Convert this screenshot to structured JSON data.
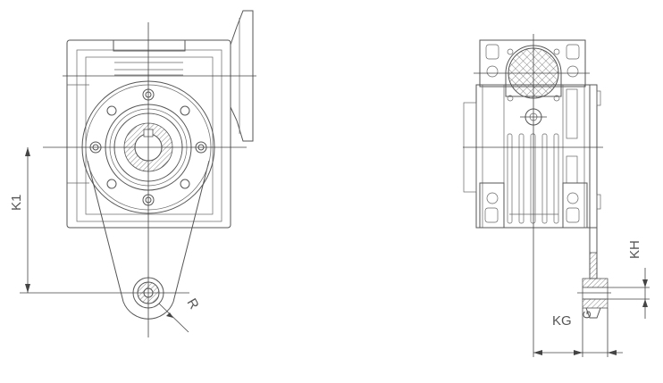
{
  "labels": {
    "k1": "K1",
    "r": "R",
    "kh": "KH",
    "kg": "KG",
    "g": "G"
  },
  "colors": {
    "line": "#555555",
    "background": "#ffffff"
  }
}
